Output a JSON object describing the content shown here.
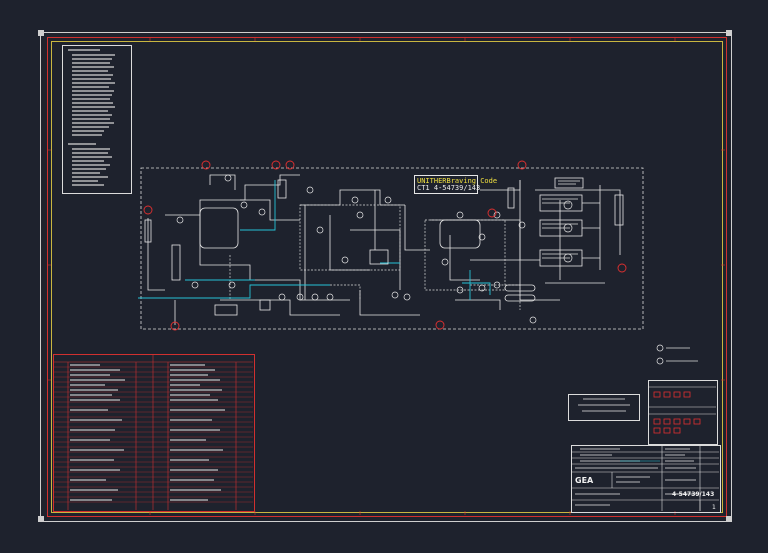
{
  "drawing": {
    "code_label": "UNITHERBraving Code",
    "code_line": "CT1     4-54739/143",
    "company_logo_text": "GEA",
    "document_number": "4-54739/143",
    "sheet_number": "1"
  },
  "colors": {
    "background": "#1e222d",
    "frame_red": "#d0302f",
    "frame_yellow": "#c9b640",
    "line_white": "#e6e6e6",
    "line_cyan": "#25c3d6",
    "symbol_red": "#e03030"
  }
}
